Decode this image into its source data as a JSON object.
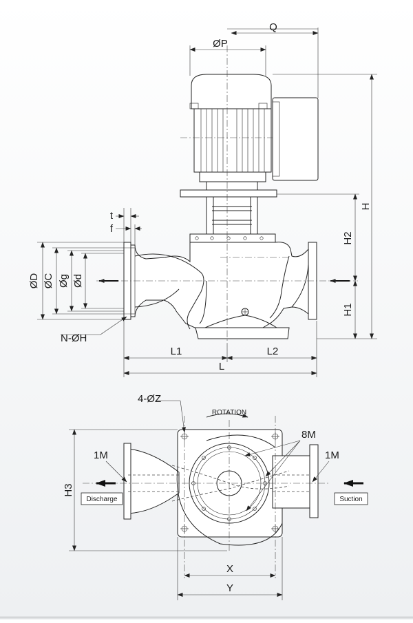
{
  "side_view": {
    "labels": {
      "Q": "Q",
      "OP": "ØP",
      "H": "H",
      "H2": "H2",
      "H1": "H1",
      "t": "t",
      "f": "f",
      "OD": "ØD",
      "OC": "ØC",
      "Og": "Øg",
      "Od": "Ød",
      "NOH": "N-ØH",
      "L1": "L1",
      "L2": "L2",
      "L": "L"
    }
  },
  "top_view": {
    "labels": {
      "bolt_holes": "4-ØZ",
      "rotation": "ROTATION",
      "m8": "8M",
      "m1_left": "1M",
      "m1_right": "1M",
      "H3": "H3",
      "discharge": "Discharge",
      "suction": "Suction",
      "X": "X",
      "Y": "Y"
    }
  }
}
